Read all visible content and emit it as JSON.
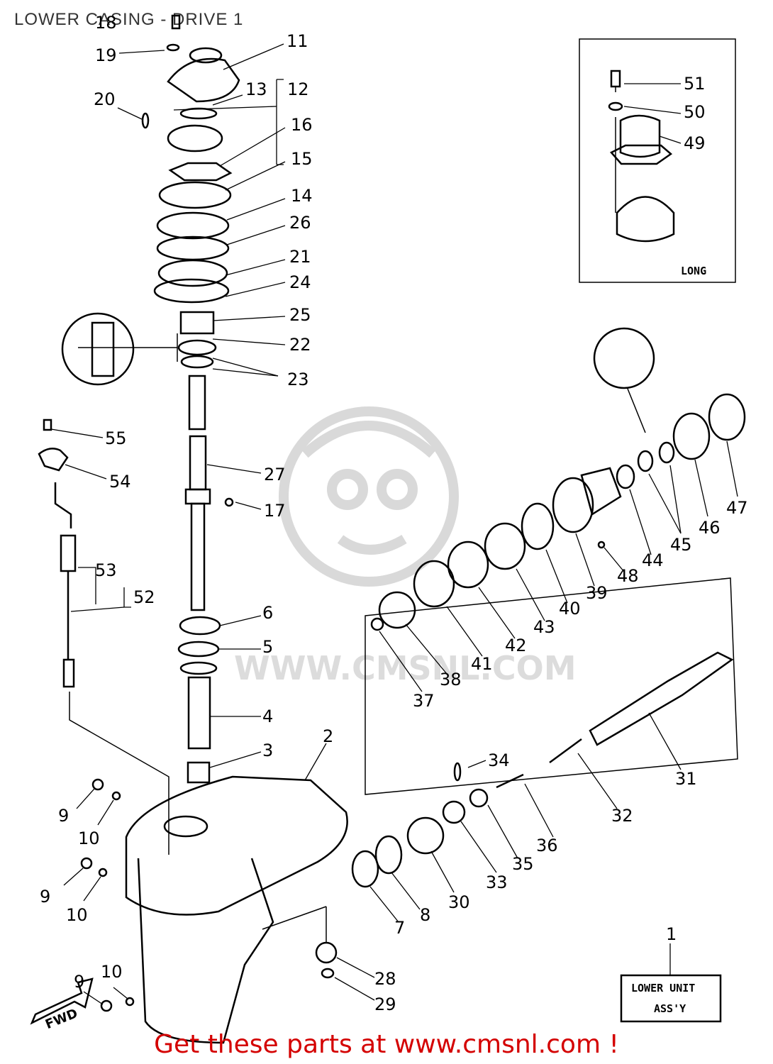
{
  "title": "LOWER CASING - DRIVE 1",
  "footer": "Get these parts at www.cmsnl.com !",
  "watermark": "WWW.CMSNL.COM",
  "inset_long_label": "LONG",
  "assembly_box": {
    "line1": "LOWER UNIT",
    "line2": "ASS'Y",
    "ref": "1"
  },
  "fwd_label": "FWD",
  "callouts": [
    "11",
    "12",
    "13",
    "16",
    "15",
    "14",
    "26",
    "21",
    "24",
    "25",
    "22",
    "23",
    "18",
    "19",
    "20",
    "27",
    "17",
    "6",
    "5",
    "4",
    "3",
    "2",
    "9",
    "10",
    "9",
    "10",
    "9",
    "10",
    "28",
    "29",
    "55",
    "54",
    "53",
    "52",
    "51",
    "50",
    "49",
    "47",
    "46",
    "45",
    "44",
    "48",
    "39",
    "40",
    "43",
    "42",
    "41",
    "38",
    "37",
    "31",
    "32",
    "34",
    "36",
    "35",
    "33",
    "30",
    "8",
    "7"
  ]
}
